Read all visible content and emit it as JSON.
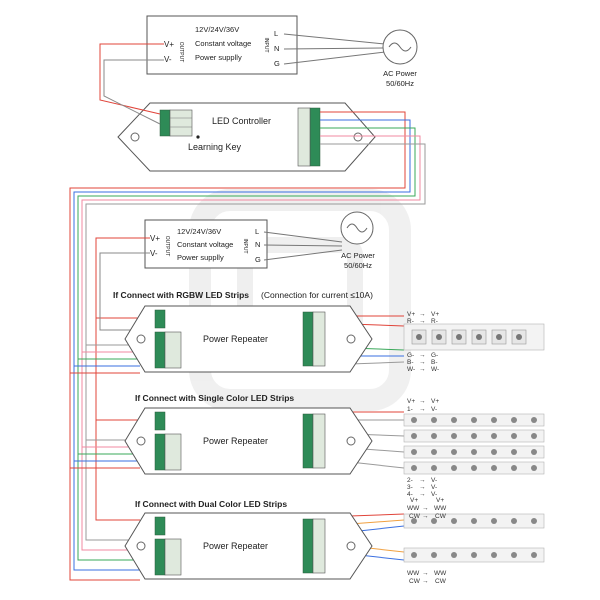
{
  "psu_top": {
    "out_plus": "V+",
    "out_minus": "V-",
    "output": "OUTPUT",
    "line1": "12V/24V/36V",
    "line2": "Constant voltage",
    "line3": "Power supplly",
    "input": "INPUT",
    "L": "L",
    "N": "N",
    "G": "G",
    "ac_label1": "AC Power",
    "ac_label2": "50/60Hz"
  },
  "controller": {
    "title": "LED Controller",
    "learning": "Learning Key"
  },
  "psu_mid": {
    "out_plus": "V+",
    "out_minus": "V-",
    "output": "OUTPUT",
    "line1": "12V/24V/36V",
    "line2": "Constant voltage",
    "line3": "Power supplly",
    "input": "INPUT",
    "L": "L",
    "N": "N",
    "G": "G",
    "ac_label1": "AC Power",
    "ac_label2": "50/60Hz"
  },
  "sections": {
    "rgbw_title": "If Connect with RGBW LED Strips",
    "rgbw_note": "(Connection for current ≤10A)",
    "single_title": "If Connect with Single Color LED Strips",
    "dual_title": "If Connect with Dual Color LED Strips"
  },
  "repeater": {
    "label": "Power Repeater"
  },
  "rgbw_labels": {
    "vplus_l": "V+",
    "vplus_r": "V+",
    "r_l": "R-",
    "r_r": "R-",
    "g_l": "G-",
    "g_r": "G-",
    "b_l": "B-",
    "b_r": "B-",
    "w_l": "W-",
    "w_r": "W-",
    "arrow": "→"
  },
  "single_labels": {
    "vplus_l": "V+",
    "vplus_r": "V+",
    "one_l": "1-",
    "one_r": "V-",
    "two_l": "2-",
    "two_r": "V-",
    "three_l": "3-",
    "three_r": "V-",
    "four_l": "4-",
    "four_r": "V-",
    "arrow": "→"
  },
  "dual_labels": {
    "vplus_top": "V+",
    "vplus_top_r": "V+",
    "ww_top": "WW",
    "ww_top_r": "WW",
    "cw_top": "CW",
    "cw_top_r": "CW",
    "ww_bot": "WW",
    "ww_bot_r": "WW",
    "cw_bot": "CW",
    "cw_bot_r": "CW",
    "arrow": "→"
  },
  "colors": {
    "red": "#e0443a",
    "pink": "#f08aa0",
    "green": "#3aa85a",
    "blue": "#3a6fe0",
    "grey": "#9a9a9a",
    "orange": "#f0a040",
    "watermark": "#e6e6e6"
  }
}
